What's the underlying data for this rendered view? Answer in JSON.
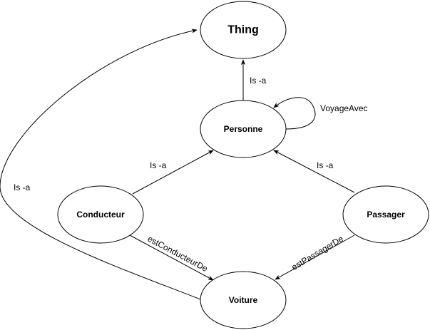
{
  "nodes": {
    "thing": "Thing",
    "personne": "Personne",
    "conducteur": "Conducteur",
    "passager": "Passager",
    "voiture": "Voiture"
  },
  "edges": {
    "personne_is_a_thing": "Is -a",
    "voiture_is_a_thing": "Is -a",
    "conducteur_is_a_personne": "Is -a",
    "passager_is_a_personne": "Is -a",
    "personne_voyage_avec": "VoyageAvec",
    "conducteur_est_conducteur_de": "estConducteurDe",
    "passager_est_passager_de": "estPassagerDe"
  }
}
